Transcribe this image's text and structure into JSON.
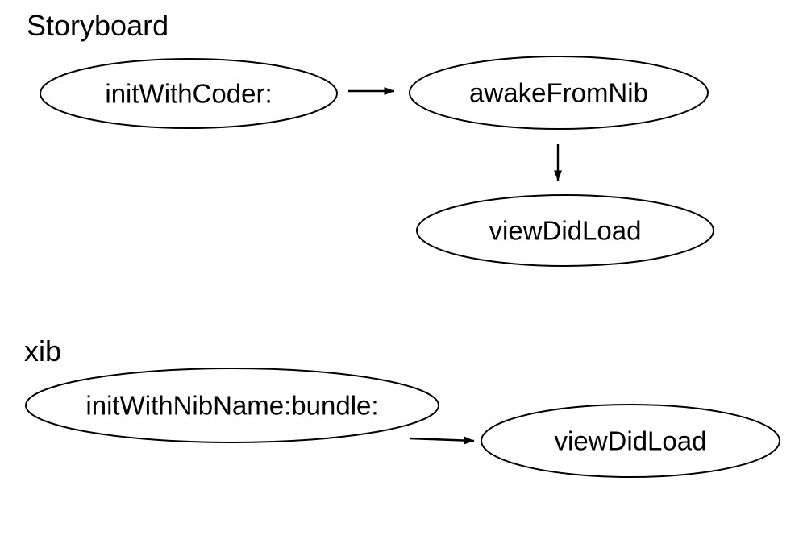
{
  "sections": [
    {
      "label": "Storyboard",
      "nodes": [
        {
          "id": "initWithCoder",
          "label": "initWithCoder:"
        },
        {
          "id": "awakeFromNib",
          "label": "awakeFromNib"
        },
        {
          "id": "viewDidLoad",
          "label": "viewDidLoad"
        }
      ],
      "edges": [
        {
          "from": "initWithCoder",
          "to": "awakeFromNib",
          "direction": "right"
        },
        {
          "from": "awakeFromNib",
          "to": "viewDidLoad",
          "direction": "down"
        }
      ]
    },
    {
      "label": "xib",
      "nodes": [
        {
          "id": "initWithNibNameBundle",
          "label": "initWithNibName:bundle:"
        },
        {
          "id": "viewDidLoad",
          "label": "viewDidLoad"
        }
      ],
      "edges": [
        {
          "from": "initWithNibNameBundle",
          "to": "viewDidLoad",
          "direction": "right"
        }
      ]
    }
  ],
  "colors": {
    "background": "#ffffff",
    "stroke": "#000000",
    "text": "#000000"
  }
}
